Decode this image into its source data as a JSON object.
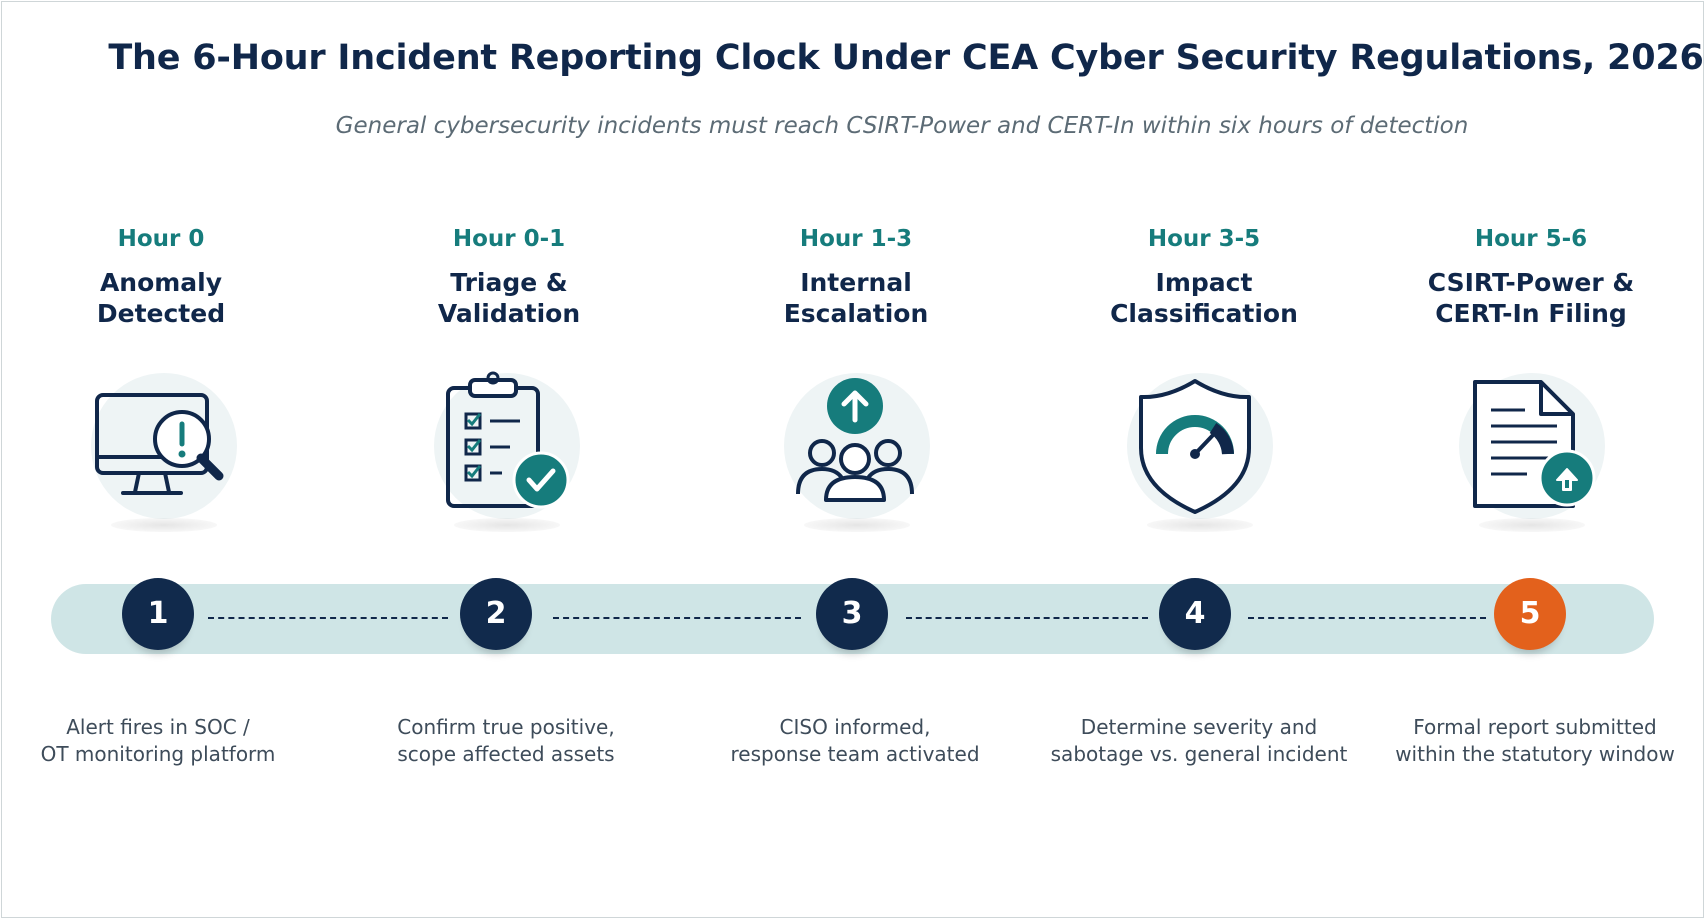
{
  "header": {
    "title": "The 6-Hour Incident Reporting Clock Under CEA Cyber Security Regulations, 2026",
    "subtitle": "General cybersecurity incidents must reach CSIRT-Power and CERT-In within six hours of detection"
  },
  "colors": {
    "navy": "#112a4c",
    "teal": "#167c7c",
    "track": "#cfe5e6",
    "final_accent": "#e3611c"
  },
  "phases": [
    {
      "hour": "Hour 0",
      "title_line1": "Anomaly",
      "title_line2": "Detected",
      "icon": "monitor-alert-magnifier-icon",
      "step": "1",
      "desc_line1": "Alert fires in SOC /",
      "desc_line2": "OT monitoring platform"
    },
    {
      "hour": "Hour 0-1",
      "title_line1": "Triage &",
      "title_line2": "Validation",
      "icon": "clipboard-check-icon",
      "step": "2",
      "desc_line1": "Confirm true positive,",
      "desc_line2": "scope affected assets"
    },
    {
      "hour": "Hour 1-3",
      "title_line1": "Internal",
      "title_line2": "Escalation",
      "icon": "team-escalate-icon",
      "step": "3",
      "desc_line1": "CISO informed,",
      "desc_line2": "response team activated"
    },
    {
      "hour": "Hour 3-5",
      "title_line1": "Impact",
      "title_line2": "Classification",
      "icon": "shield-gauge-icon",
      "step": "4",
      "desc_line1": "Determine severity and",
      "desc_line2": "sabotage vs. general incident"
    },
    {
      "hour": "Hour 5-6",
      "title_line1": "CSIRT-Power &",
      "title_line2": "CERT-In Filing",
      "icon": "document-upload-icon",
      "step": "5",
      "desc_line1": "Formal report submitted",
      "desc_line2": "within the statutory window"
    }
  ]
}
